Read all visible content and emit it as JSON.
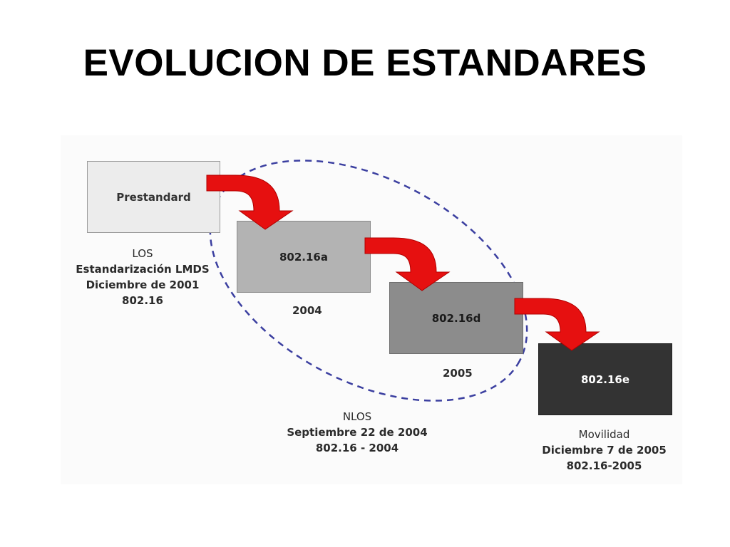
{
  "title": "EVOLUCION DE ESTANDARES",
  "boxes": {
    "prestandard": "Prestandard",
    "b80216a": "802.16a",
    "b80216d": "802.16d",
    "b80216e": "802.16e"
  },
  "years": {
    "y2004": "2004",
    "y2005": "2005"
  },
  "captions": {
    "los": [
      "LOS",
      "Estandarización LMDS",
      "Diciembre de 2001",
      "802.16"
    ],
    "nlos": [
      "NLOS",
      "Septiembre 22 de 2004",
      "802.16 - 2004"
    ],
    "movilidad": [
      "Movilidad",
      "Diciembre 7 de 2005",
      "802.16-2005"
    ]
  },
  "colors": {
    "arrow": "#e61010",
    "ellipse": "#3b3fa0",
    "box_prestandard": "#ececec",
    "box_a": "#b3b3b3",
    "box_d": "#8c8c8c",
    "box_e": "#333333"
  }
}
